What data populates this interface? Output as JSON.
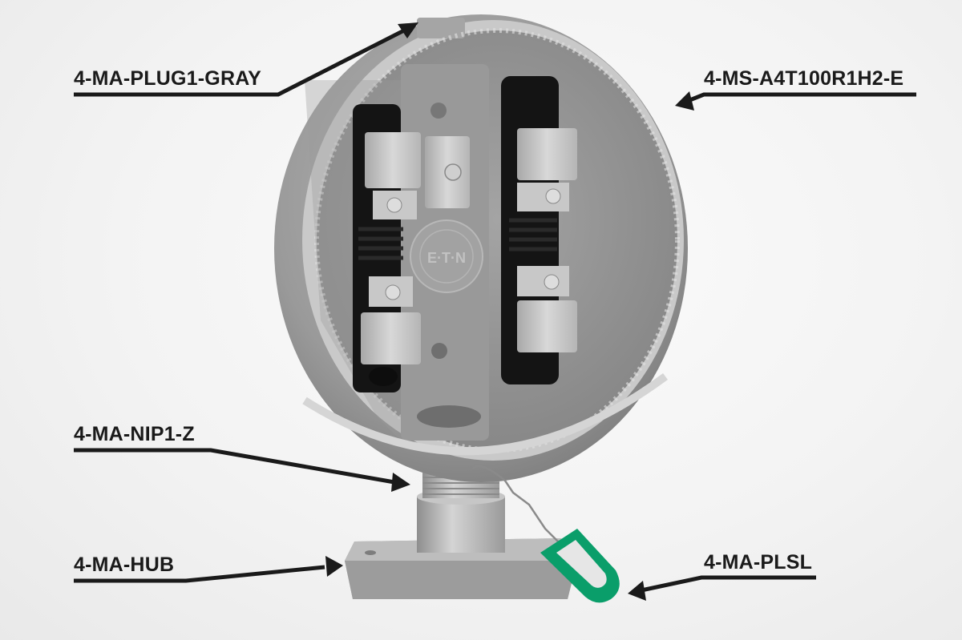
{
  "figure": {
    "description": "Eaton meter socket product photo with part-number callouts",
    "brand_mark": "E·T·N",
    "tag_color": "#0a9e6a"
  },
  "callouts": [
    {
      "id": "plug",
      "label": "4-MA-PLUG1-GRAY"
    },
    {
      "id": "socket",
      "label": "4-MS-A4T100R1H2-E"
    },
    {
      "id": "nipple",
      "label": "4-MA-NIP1-Z"
    },
    {
      "id": "hub",
      "label": "4-MA-HUB"
    },
    {
      "id": "seal",
      "label": "4-MA-PLSL"
    }
  ]
}
